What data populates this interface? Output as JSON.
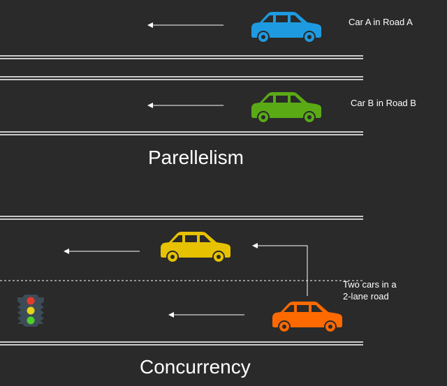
{
  "parallelism": {
    "title": "Parellelism",
    "car_a_label": "Car A in Road A",
    "car_b_label": "Car B in Road B"
  },
  "concurrency": {
    "title": "Concurrency",
    "note_line1": "Two cars in a",
    "note_line2": "2-lane road"
  },
  "colors": {
    "background": "#2a2a2a",
    "road_line": "#ffffff",
    "car_a": "#1e9be0",
    "car_b": "#5aaa16",
    "car_yellow": "#e6c200",
    "car_orange": "#ff6a00",
    "light_red": "#e63a2a",
    "light_yellow": "#e8d21a",
    "light_green": "#4fcf2a",
    "light_body": "#3d4b57"
  },
  "icons": {
    "car": "car-icon",
    "arrow": "arrow-left-icon",
    "traffic_light": "traffic-light-icon"
  }
}
